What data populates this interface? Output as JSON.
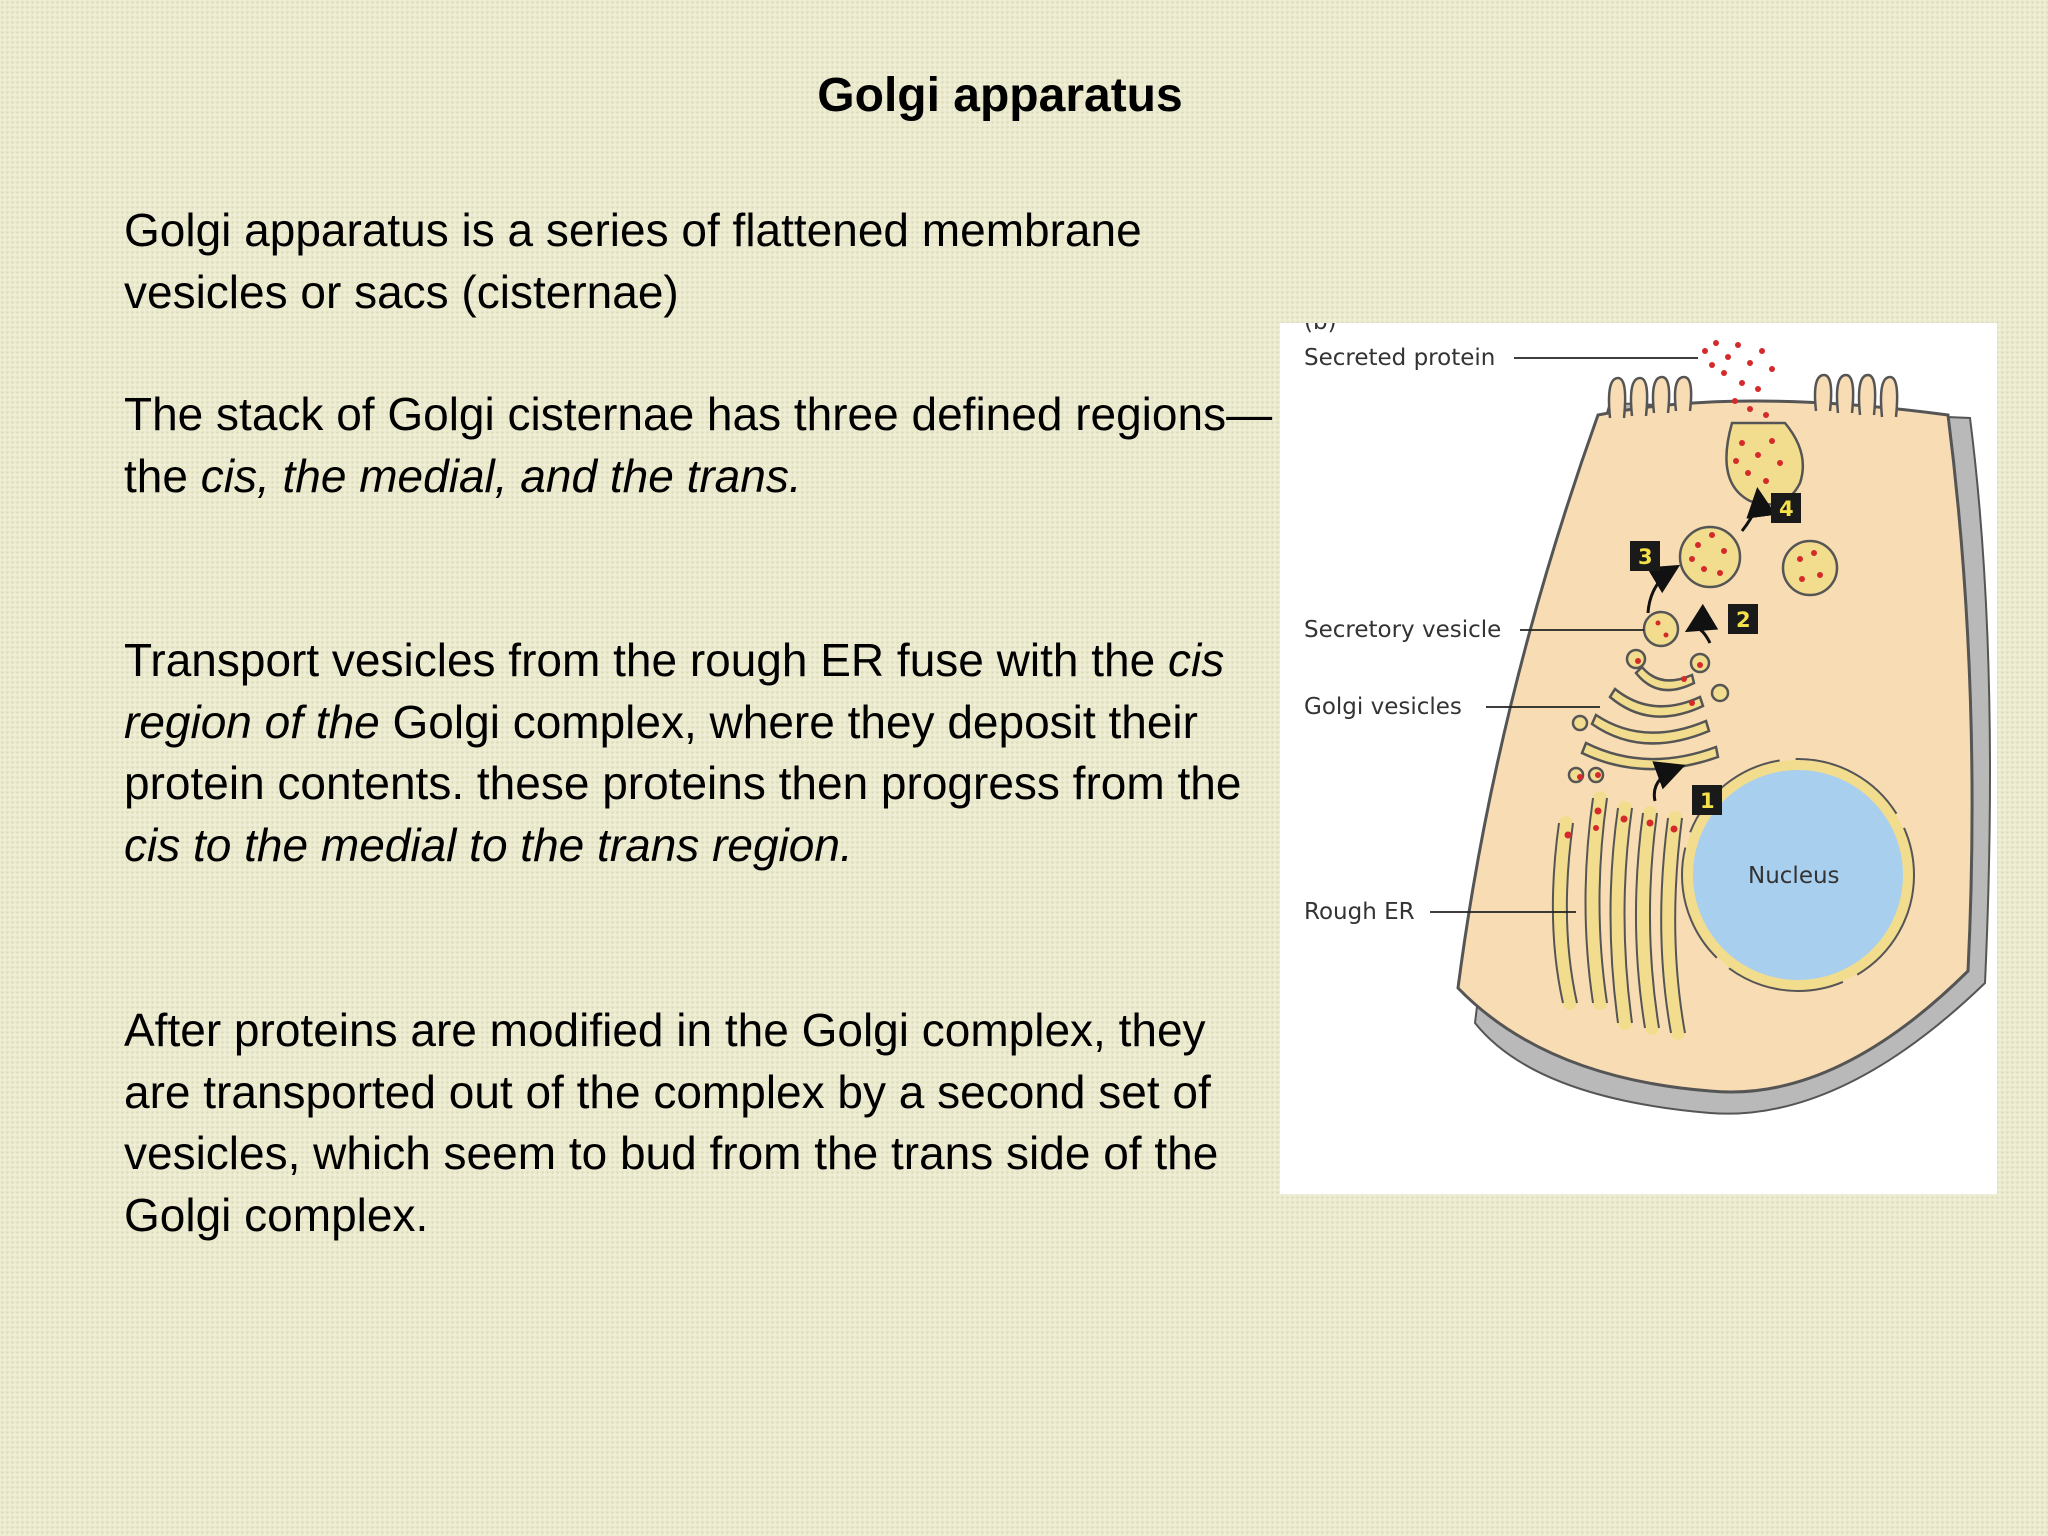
{
  "slide": {
    "title": "Golgi apparatus",
    "p1": "Golgi apparatus is a series of flattened membrane vesicles or sacs (cisternae)",
    "p2": {
      "a": "The stack of Golgi cisternae has three defined regions—",
      "b_plain": "the ",
      "b_italic": "cis, the medial, and the trans."
    },
    "p3": {
      "s1": "Transport vesicles from the rough ER fuse with the ",
      "s2_italic": "cis region of the",
      "s3": " Golgi complex, where they deposit their protein contents. these proteins then progress from the ",
      "s4_italic": "cis to the medial to the trans region."
    },
    "p4": "After proteins are modified in the Golgi complex, they are transported out of the complex by a second set of vesicles, which seem to bud from the trans side of the Golgi complex."
  },
  "diagram": {
    "corner_label": "(b)",
    "labels": {
      "secreted_protein": "Secreted protein",
      "secretory_vesicle": "Secretory vesicle",
      "golgi_vesicles": "Golgi vesicles",
      "rough_er": "Rough ER",
      "nucleus": "Nucleus"
    },
    "steps": [
      "1",
      "2",
      "3",
      "4"
    ],
    "colors": {
      "cytoplasm": "#f8ddb4",
      "organelle": "#f2dc8e",
      "protein": "#d42a2a",
      "nucleus": "#a9cfee",
      "step_badge": "#1a1a1a",
      "step_text": "#f4e04a"
    }
  }
}
